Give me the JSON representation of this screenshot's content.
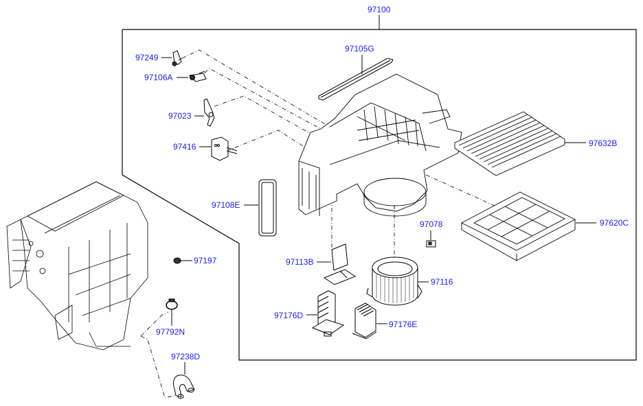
{
  "diagram": {
    "title": "Heater & Blower Unit exploded view",
    "assembly_label": "97100",
    "label_color": "#1a1aff",
    "line_color": "#000000",
    "parts": [
      {
        "id": "97100",
        "label": "97100",
        "name": "blower-unit-assembly"
      },
      {
        "id": "97249",
        "label": "97249",
        "name": "lever-actuator-link"
      },
      {
        "id": "97106A",
        "label": "97106A",
        "name": "lever-arm"
      },
      {
        "id": "97023",
        "label": "97023",
        "name": "intake-door-lever"
      },
      {
        "id": "97416",
        "label": "97416",
        "name": "intake-actuator"
      },
      {
        "id": "97105G",
        "label": "97105G",
        "name": "seal-strip"
      },
      {
        "id": "97632B",
        "label": "97632B",
        "name": "cabin-air-filter"
      },
      {
        "id": "97620C",
        "label": "97620C",
        "name": "filter-cover-frame"
      },
      {
        "id": "97108E",
        "label": "97108E",
        "name": "duct-seal"
      },
      {
        "id": "97078",
        "label": "97078",
        "name": "connector"
      },
      {
        "id": "97197",
        "label": "97197",
        "name": "grommet-clip"
      },
      {
        "id": "97113B",
        "label": "97113B",
        "name": "blower-resistor"
      },
      {
        "id": "97116",
        "label": "97116",
        "name": "blower-motor"
      },
      {
        "id": "97176D",
        "label": "97176D",
        "name": "resistor-module-d"
      },
      {
        "id": "97176E",
        "label": "97176E",
        "name": "resistor-module-e"
      },
      {
        "id": "97792N",
        "label": "97792N",
        "name": "hose-clamp"
      },
      {
        "id": "97238D",
        "label": "97238D",
        "name": "drain-hose"
      }
    ]
  }
}
